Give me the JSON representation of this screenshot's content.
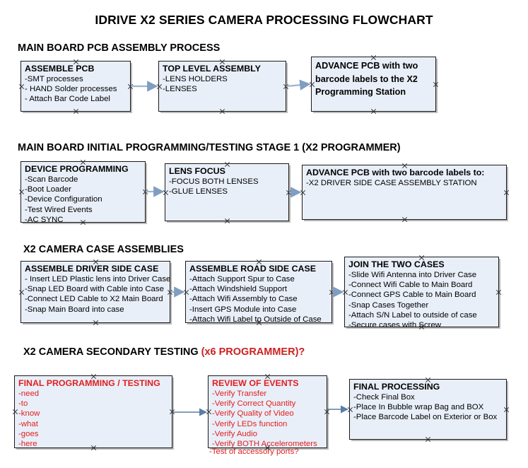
{
  "document": {
    "title": "IDRIVE X2  SERIES CAMERA PROCESSING FLOWCHART"
  },
  "palette": {
    "node_fill": "#e9eff8",
    "node_border": "#1a1a1a",
    "red_text": "#e02020",
    "accent_red": "#ce2020",
    "connector": "#8fa9c4"
  },
  "sections": [
    {
      "id": "main-board-pcb-assembly",
      "header": "MAIN BOARD PCB ASSEMBLY PROCESS",
      "header_accent": "",
      "nodes": [
        {
          "id": "assemble-pcb",
          "title": "ASSEMBLE PCB",
          "lines": [
            "-SMT processes",
            "- HAND Solder processes",
            "- Attach Bar Code Label"
          ]
        },
        {
          "id": "top-level-assembly",
          "title": "TOP LEVEL ASSEMBLY",
          "lines": [
            "-LENS HOLDERS",
            "-LENSES"
          ]
        },
        {
          "id": "advance-pcb-to-x2-programming-station",
          "title": "ADVANCE PCB with two barcode labels to the  X2 Programming Station",
          "lines": []
        }
      ]
    },
    {
      "id": "main-board-initial-programming",
      "header": "MAIN BOARD INITIAL PROGRAMMING/TESTING STAGE 1 (X2 PROGRAMMER)",
      "header_accent": "",
      "nodes": [
        {
          "id": "device-programming",
          "title": "DEVICE PROGRAMMING",
          "lines": [
            "-Scan Barcode",
            "-Boot Loader",
            "-Device Configuration",
            "-Test Wired Events",
            "-AC SYNC"
          ]
        },
        {
          "id": "lens-focus",
          "title": "LENS FOCUS",
          "lines": [
            "-FOCUS BOTH LENSES",
            "-GLUE LENSES"
          ]
        },
        {
          "id": "advance-pcb-to-driver-side-case-station",
          "title": "ADVANCE PCB with two barcode labels to:",
          "lines": [
            "-X2 DRIVER  SIDE  CASE  ASSEMBLY STATION"
          ]
        }
      ]
    },
    {
      "id": "x2-camera-case-assemblies",
      "header": "X2 CAMERA CASE ASSEMBLIES",
      "header_accent": "",
      "nodes": [
        {
          "id": "assemble-driver-side-case",
          "title": "ASSEMBLE DRIVER SIDE CASE",
          "lines": [
            "- Insert LED Plastic lens into Driver Case",
            "-Snap LED Board with Cable into Case",
            "-Connect LED Cable to X2 Main Board",
            "-Snap Main Board into case"
          ]
        },
        {
          "id": "assemble-road-side-case",
          "title": "ASSEMBLE ROAD SIDE CASE",
          "lines": [
            "-Attach Support Spur to Case",
            "-Attach Windshield Support",
            "-Attach Wifi Assembly to Case",
            "-Insert GPS Module into Case",
            "-Attach Wifi Label to Outside of Case"
          ]
        },
        {
          "id": "join-the-two-cases",
          "title": "JOIN THE TWO CASES",
          "lines": [
            "-Slide Wifi Antenna into Driver Case",
            "-Connect Wifi Cable to Main Board",
            "-Connect GPS Cable to Main Board",
            "-Snap Cases Together",
            "-Attach S/N Label to outside of case",
            "-Secure cases with Screw"
          ]
        }
      ]
    },
    {
      "id": "x2-camera-secondary-testing",
      "header": "X2 CAMERA SECONDARY TESTING ",
      "header_accent": "(x6 PROGRAMMER)?",
      "nodes": [
        {
          "id": "final-programming-testing",
          "title": "FINAL PROGRAMMING / TESTING",
          "lines": [
            "-need",
            "-to",
            "-know",
            "-what",
            "-goes",
            "-here"
          ]
        },
        {
          "id": "review-of-events",
          "title": "REVIEW OF EVENTS",
          "lines": [
            "-Verify Transfer",
            "-Verify Correct Quantity",
            "-Verify Quality of Video",
            "-Verify LEDs function",
            "-Verify Audio",
            "-Verify BOTH Accelerometers"
          ],
          "overflow_line": "-Test of accessory ports?"
        },
        {
          "id": "final-processing",
          "title": "FINAL PROCESSING",
          "lines": [
            "-Check Final Box",
            "-Place In Bubble wrap Bag and BOX",
            "-Place Barcode Label on Exterior or Box"
          ]
        }
      ]
    }
  ]
}
